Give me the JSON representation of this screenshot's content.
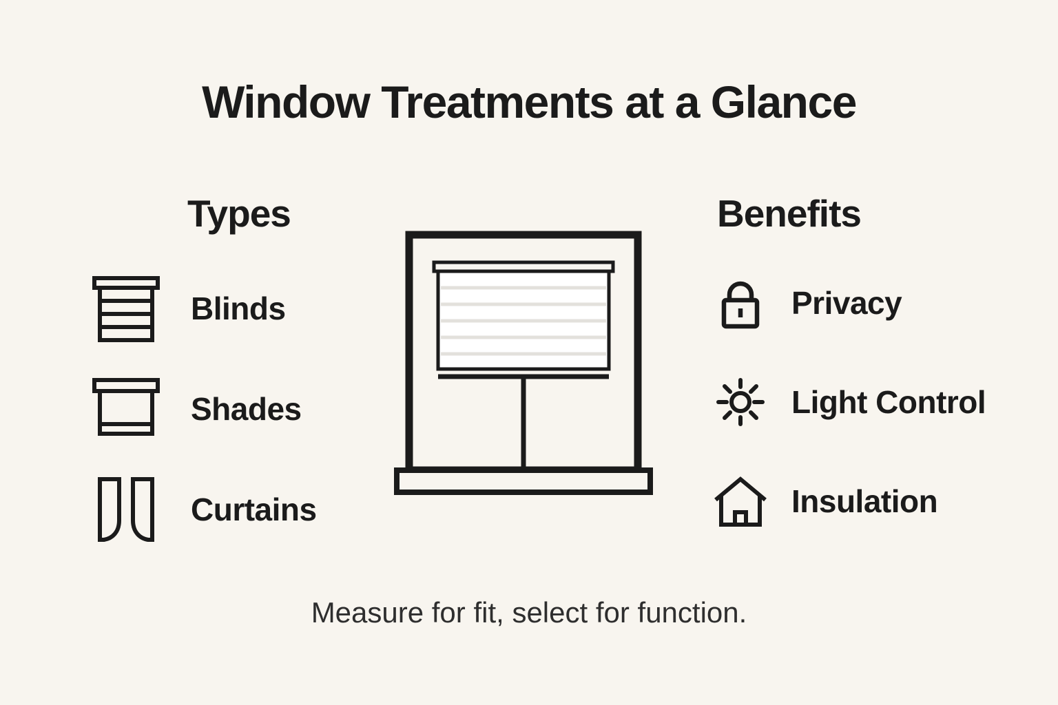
{
  "title": "Window Treatments at a Glance",
  "types": {
    "heading": "Types",
    "items": [
      {
        "label": "Blinds",
        "icon": "blinds-icon"
      },
      {
        "label": "Shades",
        "icon": "shades-icon"
      },
      {
        "label": "Curtains",
        "icon": "curtains-icon"
      }
    ]
  },
  "benefits": {
    "heading": "Benefits",
    "items": [
      {
        "label": "Privacy",
        "icon": "lock-icon"
      },
      {
        "label": "Light Control",
        "icon": "sun-icon"
      },
      {
        "label": "Insulation",
        "icon": "house-icon"
      }
    ]
  },
  "illustration": {
    "icon": "window-with-half-drawn-shade-icon"
  },
  "footer": "Measure for fit, select for function.",
  "colors": {
    "background": "#f8f5ef",
    "ink": "#1b1b1b",
    "shade_fill": "#ffffff",
    "shade_stripe": "#e3e1dc"
  }
}
